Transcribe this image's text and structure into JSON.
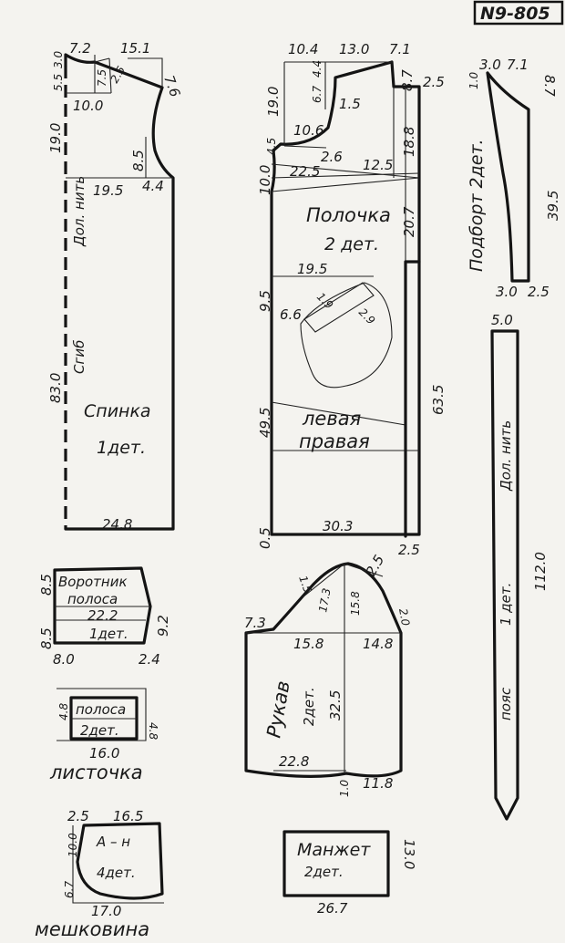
{
  "sheet_number": "N9-805",
  "back": {
    "name": "Спинка",
    "count": "1дет.",
    "grain": "Дол. нить",
    "fold": "Сгиб",
    "m_7_2": "7.2",
    "m_15_1": "15.1",
    "m_5_5": "5.5",
    "m_3_0": "3.0",
    "m_7_5": "7.5",
    "m_2_5": "2.5",
    "m_7_6": "7.6",
    "m_10_0": "10.0",
    "m_19_0": "19.0",
    "m_8_5": "8.5",
    "m_19_5": "19.5",
    "m_4_4": "4.4",
    "m_83_0": "83.0",
    "m_24_8": "24.8"
  },
  "front": {
    "name": "Полочка",
    "count": "2 дет.",
    "left": "левая",
    "right": "правая",
    "m_10_4": "10.4",
    "m_13_0": "13.0",
    "m_7_1": "7.1",
    "m_8_7": "8.7",
    "m_2_5a": "2.5",
    "m_6_7": "6.7",
    "m_4_4": "4.4",
    "m_19_0": "19.0",
    "m_1_5": "1.5",
    "m_10_6": "10.6",
    "m_4_5": "4.5",
    "m_18_8": "18.8",
    "m_2_6": "2.6",
    "m_10_0": "10.0",
    "m_22_5": "22.5",
    "m_12_5": "12.5",
    "m_20_7": "20.7",
    "m_19_5": "19.5",
    "m_9_5": "9.5",
    "m_1_9": "1.9",
    "m_2_9": "2.9",
    "m_6_6": "6.6",
    "m_63_5": "63.5",
    "m_49_5": "49.5",
    "m_0_5": "0.5",
    "m_30_3": "30.3",
    "m_2_5b": "2.5"
  },
  "facing": {
    "name": "Подборт 2дет.",
    "m_1_0": "1.0",
    "m_3_0": "3.0",
    "m_7_1": "7.1",
    "m_8_7": "8.7",
    "m_39_5": "39.5",
    "m_3_0b": "3.0",
    "m_2_5": "2.5"
  },
  "belt": {
    "name": "пояс",
    "count": "1 дет.",
    "grain": "Дол. нить",
    "m_5_0": "5.0",
    "m_112_0": "112.0"
  },
  "collar": {
    "name": "Воротник",
    "sub": "полоса",
    "count": "1дет.",
    "m_8_5a": "8.5",
    "m_8_5b": "8.5",
    "m_22_2": "22.2",
    "m_9_2": "9.2",
    "m_8_0": "8.0",
    "m_2_4": "2.4"
  },
  "welt": {
    "name": "полоса",
    "count": "2дет.",
    "caption": "листочка",
    "m_4_8a": "4.8",
    "m_4_8b": "4.8",
    "m_16_0": "16.0"
  },
  "pocket": {
    "name": "А – н",
    "count": "4дет.",
    "caption": "мешковина",
    "m_2_5": "2.5",
    "m_16_5": "16.5",
    "m_10_0": "10.0",
    "m_6_7": "6.7",
    "m_17_0": "17.0"
  },
  "sleeve": {
    "name": "Рукав",
    "count": "2дет.",
    "m_1_5": "1.5",
    "m_2_5": "2.5",
    "m_17_3": "17.3",
    "m_15_8a": "15.8",
    "m_2_0": "2.0",
    "m_7_3": "7.3",
    "m_15_8b": "15.8",
    "m_14_8": "14.8",
    "m_32_5": "32.5",
    "m_22_8": "22.8",
    "m_1_0": "1.0",
    "m_11_8": "11.8"
  },
  "cuff": {
    "name": "Манжет",
    "count": "2дет.",
    "m_13_0": "13.0",
    "m_26_7": "26.7"
  }
}
